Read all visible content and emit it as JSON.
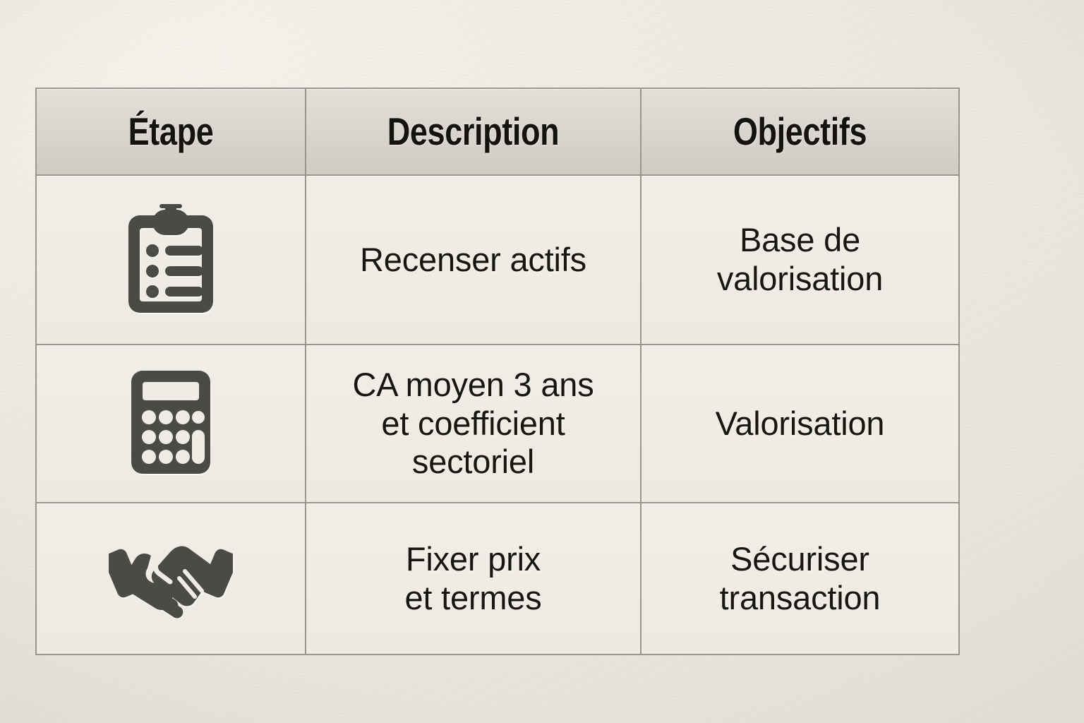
{
  "page": {
    "background_color": "#f1eee7",
    "accent_border_color": "#9b968d",
    "icon_color": "#4b4b45",
    "header_bg_color": "#dbd7d0"
  },
  "table": {
    "headers": [
      {
        "label": "Étape",
        "name": "col-etape"
      },
      {
        "label": "Description",
        "name": "col-description"
      },
      {
        "label": "Objectifs",
        "name": "col-objectifs"
      }
    ],
    "rows": [
      {
        "icon": "clipboard-checklist-icon",
        "description_lines": [
          "Recenser actifs"
        ],
        "objectives_lines": [
          "Base de",
          "valorisation"
        ]
      },
      {
        "icon": "calculator-icon",
        "description_lines": [
          "CA moyen 3 ans",
          "et coefficient",
          "sectoriel"
        ],
        "objectives_lines": [
          "Valorisation"
        ]
      },
      {
        "icon": "handshake-icon",
        "description_lines": [
          "Fixer prix",
          "et termes"
        ],
        "objectives_lines": [
          "Sécuriser",
          "transaction"
        ]
      }
    ]
  }
}
